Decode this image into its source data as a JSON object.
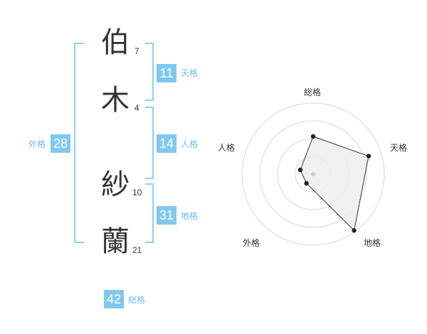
{
  "name_chars": [
    {
      "char": "伯",
      "strokes": "7"
    },
    {
      "char": "木",
      "strokes": "4"
    },
    {
      "char": "紗",
      "strokes": "10"
    },
    {
      "char": "蘭",
      "strokes": "21"
    }
  ],
  "kaku": {
    "ten": {
      "value": "11",
      "label": "天格"
    },
    "jin": {
      "value": "14",
      "label": "人格"
    },
    "chi": {
      "value": "31",
      "label": "地格"
    },
    "gai": {
      "value": "28",
      "label": "外格"
    },
    "sou": {
      "value": "42",
      "label": "総格"
    }
  },
  "radar": {
    "axes": [
      "総格",
      "天格",
      "地格",
      "外格",
      "人格"
    ],
    "levels": 4,
    "values": [
      0.53,
      0.82,
      0.98,
      0.16,
      0.19
    ],
    "colors": {
      "grid": "#d8d8d8",
      "fill": "#eeeeee",
      "line": "#333333",
      "point": "#222222",
      "center": "#cccccc"
    }
  }
}
